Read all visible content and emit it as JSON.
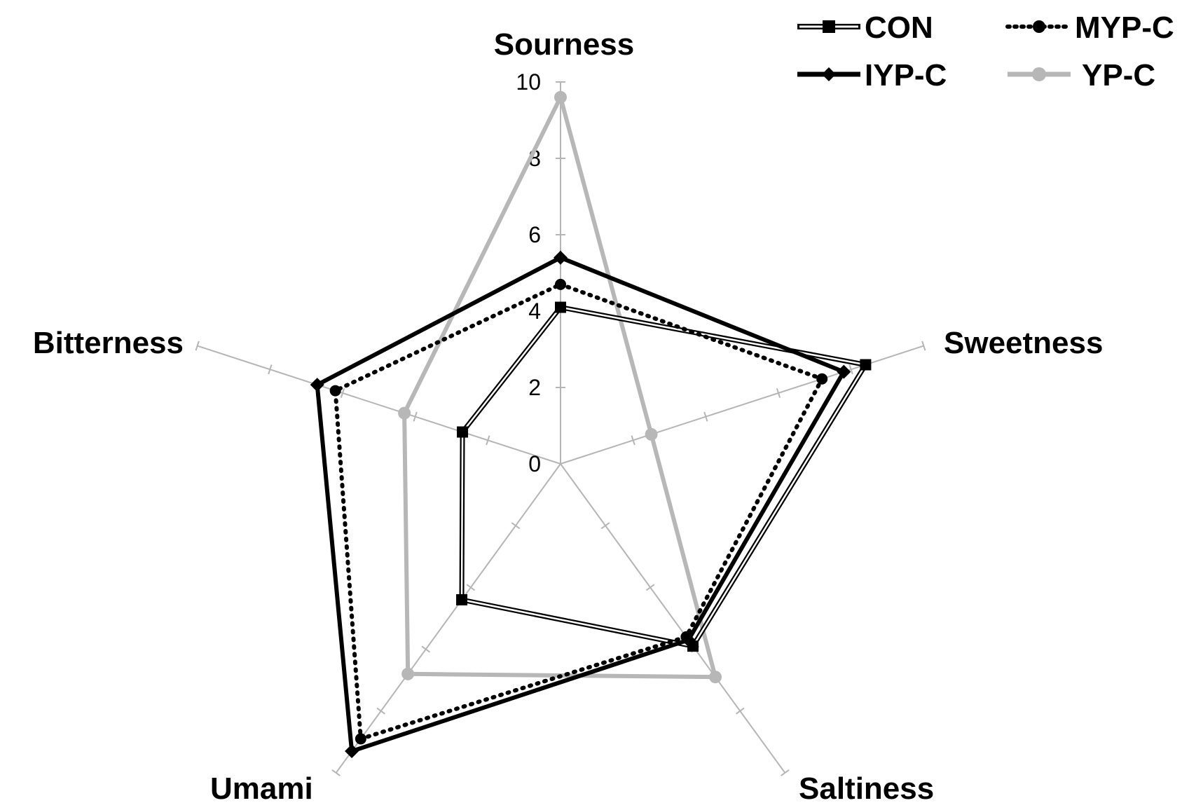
{
  "chart_data": {
    "type": "radar",
    "axes": [
      "Sourness",
      "Sweetness",
      "Saltiness",
      "Umami",
      "Bitterness"
    ],
    "ticks": [
      "0",
      "2",
      "4",
      "6",
      "8",
      "10"
    ],
    "range": [
      0,
      10
    ],
    "grid": false,
    "legend_position": "top-right",
    "series": [
      {
        "name": "CON",
        "values": [
          4.1,
          8.4,
          5.9,
          4.4,
          2.7
        ],
        "color": "#000000",
        "style": "double"
      },
      {
        "name": "MYP-C",
        "values": [
          4.7,
          7.2,
          5.6,
          8.9,
          6.2
        ],
        "color": "#000000",
        "style": "dotted"
      },
      {
        "name": "IYP-C",
        "values": [
          5.4,
          7.8,
          5.7,
          9.3,
          6.7
        ],
        "color": "#000000",
        "style": "solid-thick"
      },
      {
        "name": "YP-C",
        "values": [
          9.6,
          2.5,
          6.9,
          6.8,
          4.3
        ],
        "color": "#b7b7b7",
        "style": "solid-gray"
      }
    ]
  }
}
